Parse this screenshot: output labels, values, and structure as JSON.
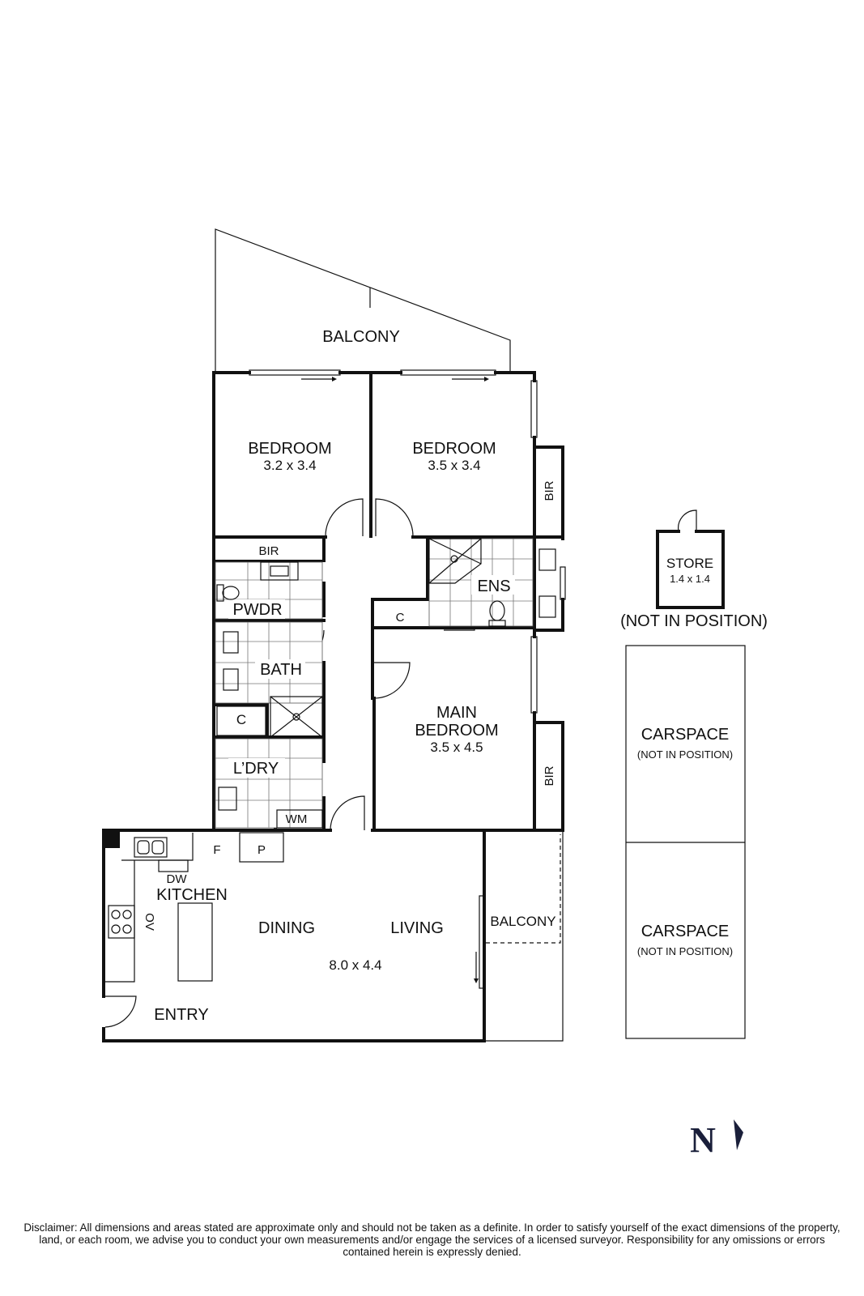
{
  "rooms": {
    "balcony_top": "BALCONY",
    "bedroom_left": {
      "name": "BEDROOM",
      "size": "3.2 x 3.4"
    },
    "bedroom_right": {
      "name": "BEDROOM",
      "size": "3.5 x 3.4"
    },
    "bir_top": "BIR",
    "bir_right_upper": "BIR",
    "bir_right_lower": "BIR",
    "pwdr": "PWDR",
    "bath": "BATH",
    "c_bath": "C",
    "ldry": "L’DRY",
    "wm": "WM",
    "ens": "ENS",
    "c_ens": "C",
    "main_bedroom": {
      "name_line1": "MAIN",
      "name_line2": "BEDROOM",
      "size": "3.5 x 4.5"
    },
    "f": "F",
    "p": "P",
    "dw": "DW",
    "kitchen": "KITCHEN",
    "ov": "OV",
    "dining": "DINING",
    "living": "LIVING",
    "living_size": "8.0 x 4.4",
    "entry": "ENTRY",
    "balcony_small": "BALCONY"
  },
  "store": {
    "name": "STORE",
    "size": "1.4 x 1.4",
    "note": "(NOT IN POSITION)"
  },
  "carspaces": [
    {
      "name": "CARSPACE",
      "note": "(NOT IN POSITION)"
    },
    {
      "name": "CARSPACE",
      "note": "(NOT IN POSITION)"
    }
  ],
  "north_marker": "N",
  "disclaimer": "Disclaimer: All dimensions and areas stated are approximate only and should not be taken as a definite. In order to satisfy yourself of the exact dimensions of the property, land, or each room, we advise you to conduct your own measurements and/or engage the services of a licensed surveyor. Responsibility for any omissions or errors contained herein is expressly denied."
}
